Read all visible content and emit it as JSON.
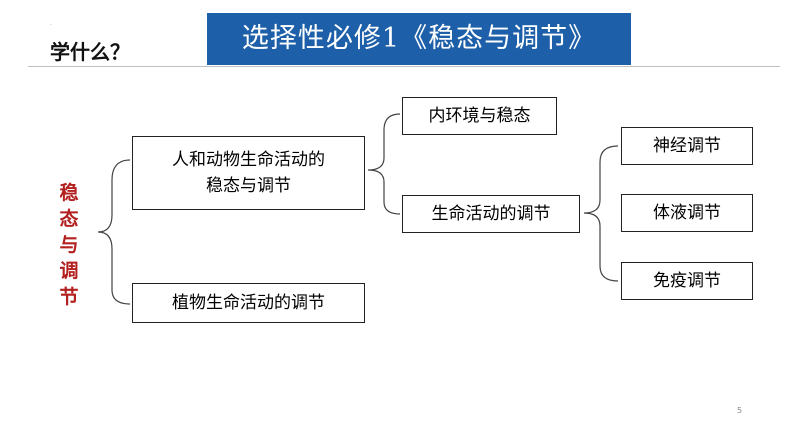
{
  "header": {
    "slide_label": "学什么？",
    "title": "选择性必修1《稳态与调节》"
  },
  "side_label": [
    "稳",
    "态",
    "与",
    "调",
    "节"
  ],
  "tree": {
    "level1": {
      "animal": [
        "人和动物生命活动的",
        "稳态与调节"
      ],
      "plant": "植物生命活动的调节"
    },
    "level2": {
      "internal_env": "内环境与稳态",
      "life_regulation": "生命活动的调节"
    },
    "level3": {
      "nerve": "神经调节",
      "humoral": "体液调节",
      "immune": "免疫调节"
    }
  },
  "footer": {
    "page_number": "5"
  },
  "colors": {
    "banner": "#1d5fa8",
    "side_label": "#b32020"
  }
}
